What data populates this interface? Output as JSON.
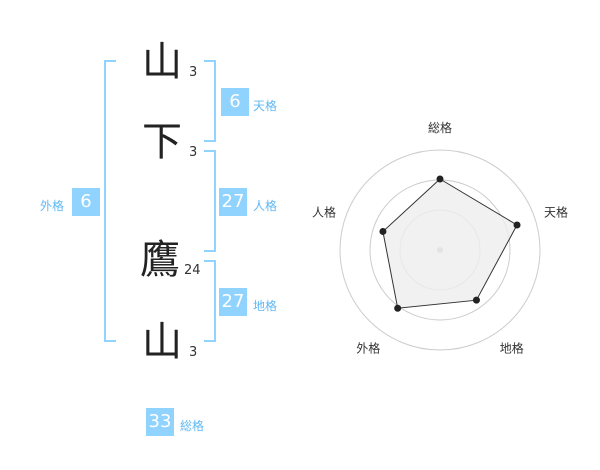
{
  "name": {
    "chars": [
      {
        "char": "山",
        "strokes": "3"
      },
      {
        "char": "下",
        "strokes": "3"
      },
      {
        "char": "鷹",
        "strokes": "24"
      },
      {
        "char": "山",
        "strokes": "3"
      }
    ]
  },
  "kaku": {
    "tenkaku": {
      "value": "6",
      "label": "天格"
    },
    "jinkaku": {
      "value": "27",
      "label": "人格"
    },
    "chikaku": {
      "value": "27",
      "label": "地格"
    },
    "gaikaku": {
      "value": "6",
      "label": "外格"
    },
    "soukaku": {
      "value": "33",
      "label": "総格"
    }
  },
  "chart_data": {
    "type": "radar",
    "axes": [
      "総格",
      "天格",
      "地格",
      "外格",
      "人格"
    ],
    "values": [
      0.71,
      0.81,
      0.62,
      0.72,
      0.6
    ],
    "range": [
      0,
      1
    ],
    "grid": true,
    "colors": {
      "fill": "#eeeeee",
      "line": "#333333",
      "grid": "#cccccc",
      "point": "#222222"
    }
  }
}
